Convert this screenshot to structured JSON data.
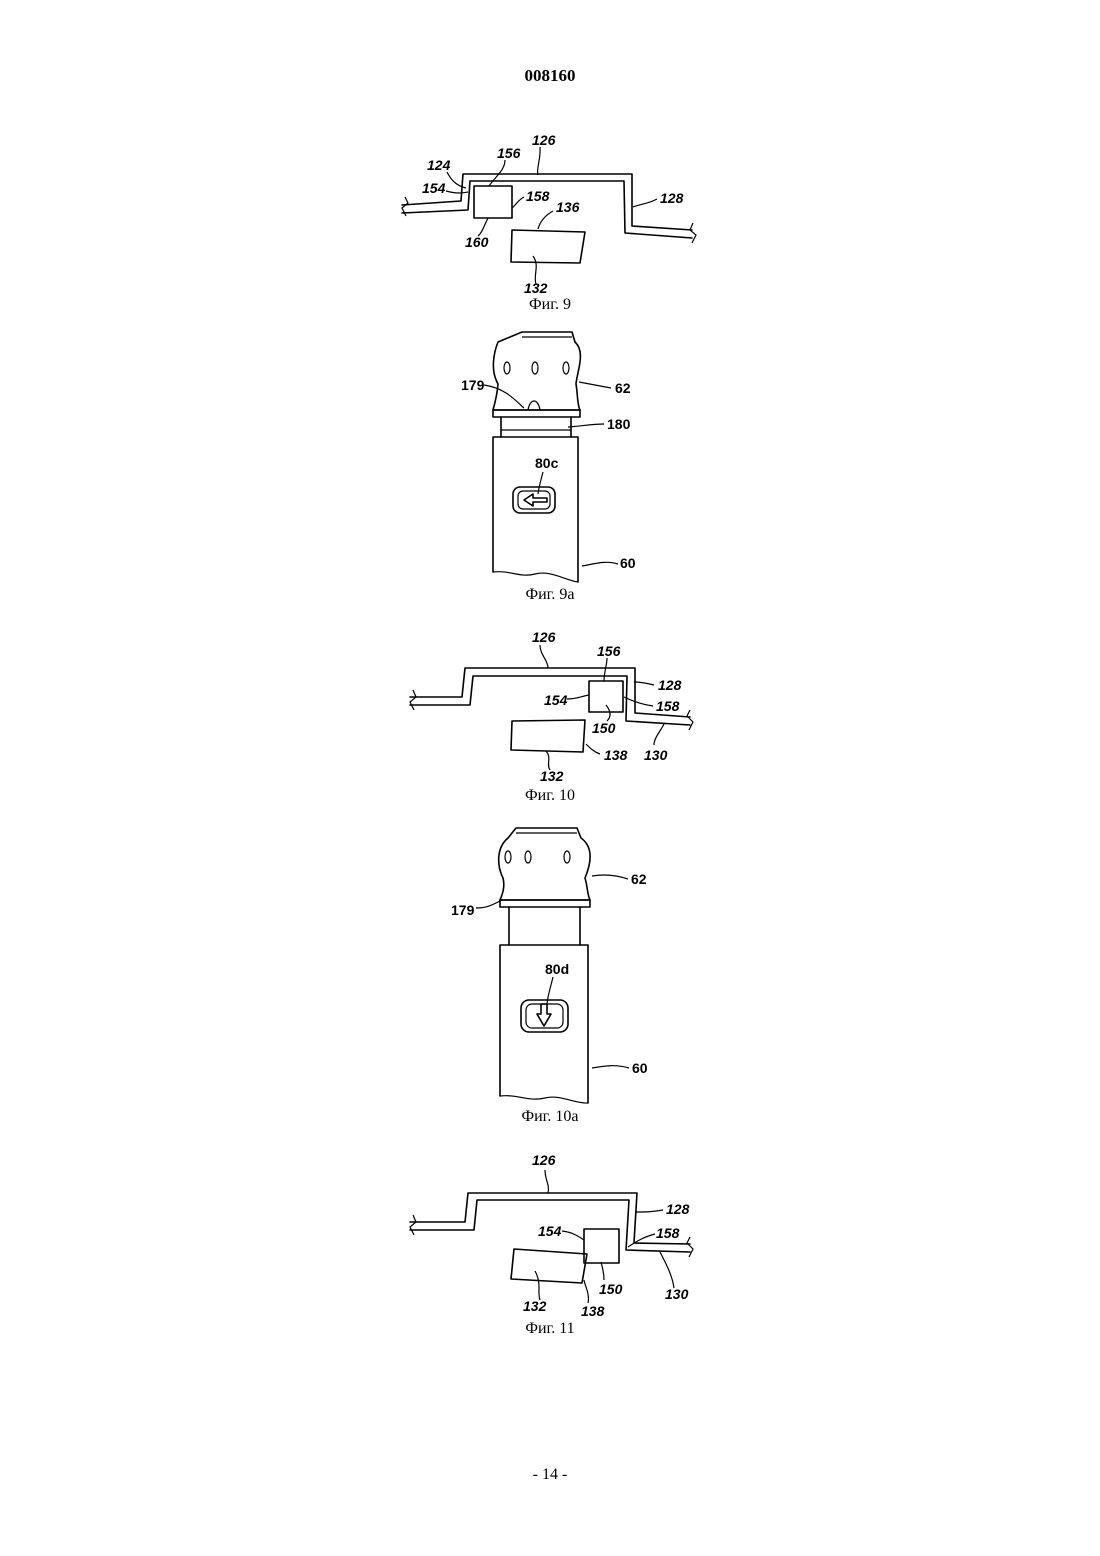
{
  "header": {
    "doc_number": "008160"
  },
  "figures": [
    {
      "id": "fig9",
      "caption": "Фиг. 9",
      "labels": {
        "l124": "124",
        "l126": "126",
        "l156": "156",
        "l154": "154",
        "l158": "158",
        "l136": "136",
        "l128": "128",
        "l160": "160",
        "l132": "132"
      }
    },
    {
      "id": "fig9a",
      "caption": "Фиг. 9a",
      "labels": {
        "l179": "179",
        "l62": "62",
        "l180": "180",
        "l80c": "80c",
        "l60": "60"
      }
    },
    {
      "id": "fig10",
      "caption": "Фиг. 10",
      "labels": {
        "l126": "126",
        "l156": "156",
        "l128": "128",
        "l154": "154",
        "l158": "158",
        "l150": "150",
        "l138": "138",
        "l130": "130",
        "l132": "132"
      }
    },
    {
      "id": "fig10a",
      "caption": "Фиг. 10a",
      "labels": {
        "l62": "62",
        "l179": "179",
        "l80d": "80d",
        "l60": "60"
      }
    },
    {
      "id": "fig11",
      "caption": "Фиг. 11",
      "labels": {
        "l126": "126",
        "l128": "128",
        "l154": "154",
        "l158": "158",
        "l150": "150",
        "l130": "130",
        "l132": "132",
        "l138": "138"
      }
    }
  ],
  "footer": {
    "page_number": "- 14 -"
  }
}
